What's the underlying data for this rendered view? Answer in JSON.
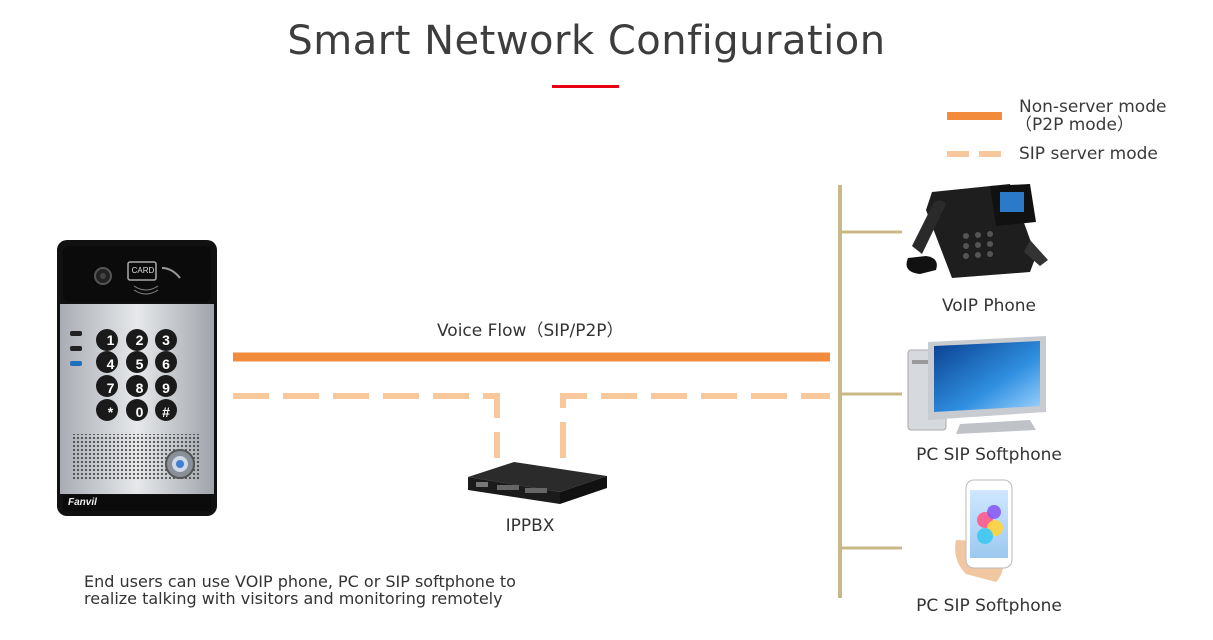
{
  "title": "Smart Network Configuration",
  "legend": {
    "non_server_line1": "Non-server mode",
    "non_server_line2": "（P2P mode）",
    "sip_server": "SIP server mode"
  },
  "flow_label": "Voice Flow（SIP/P2P）",
  "devices": {
    "ippbx": "IPPBX",
    "voip_phone": "VoIP Phone",
    "pc_softphone": "PC SIP Softphone",
    "mobile_softphone": "PC SIP Softphone"
  },
  "description": {
    "line1": "End users can use VOIP phone, PC or SIP softphone to",
    "line2": "realize talking with visitors and monitoring remotely"
  },
  "intercom": {
    "card_text": "CARD",
    "brand": "Fanvil",
    "keys": [
      "1",
      "2",
      "3",
      "4",
      "5",
      "6",
      "7",
      "8",
      "9",
      "*",
      "0",
      "#"
    ]
  },
  "colors": {
    "accent_red": "#e60012",
    "solid_line": "#f28c3c",
    "dashed_line": "#f9c79c",
    "bus_line": "#c8b887"
  }
}
